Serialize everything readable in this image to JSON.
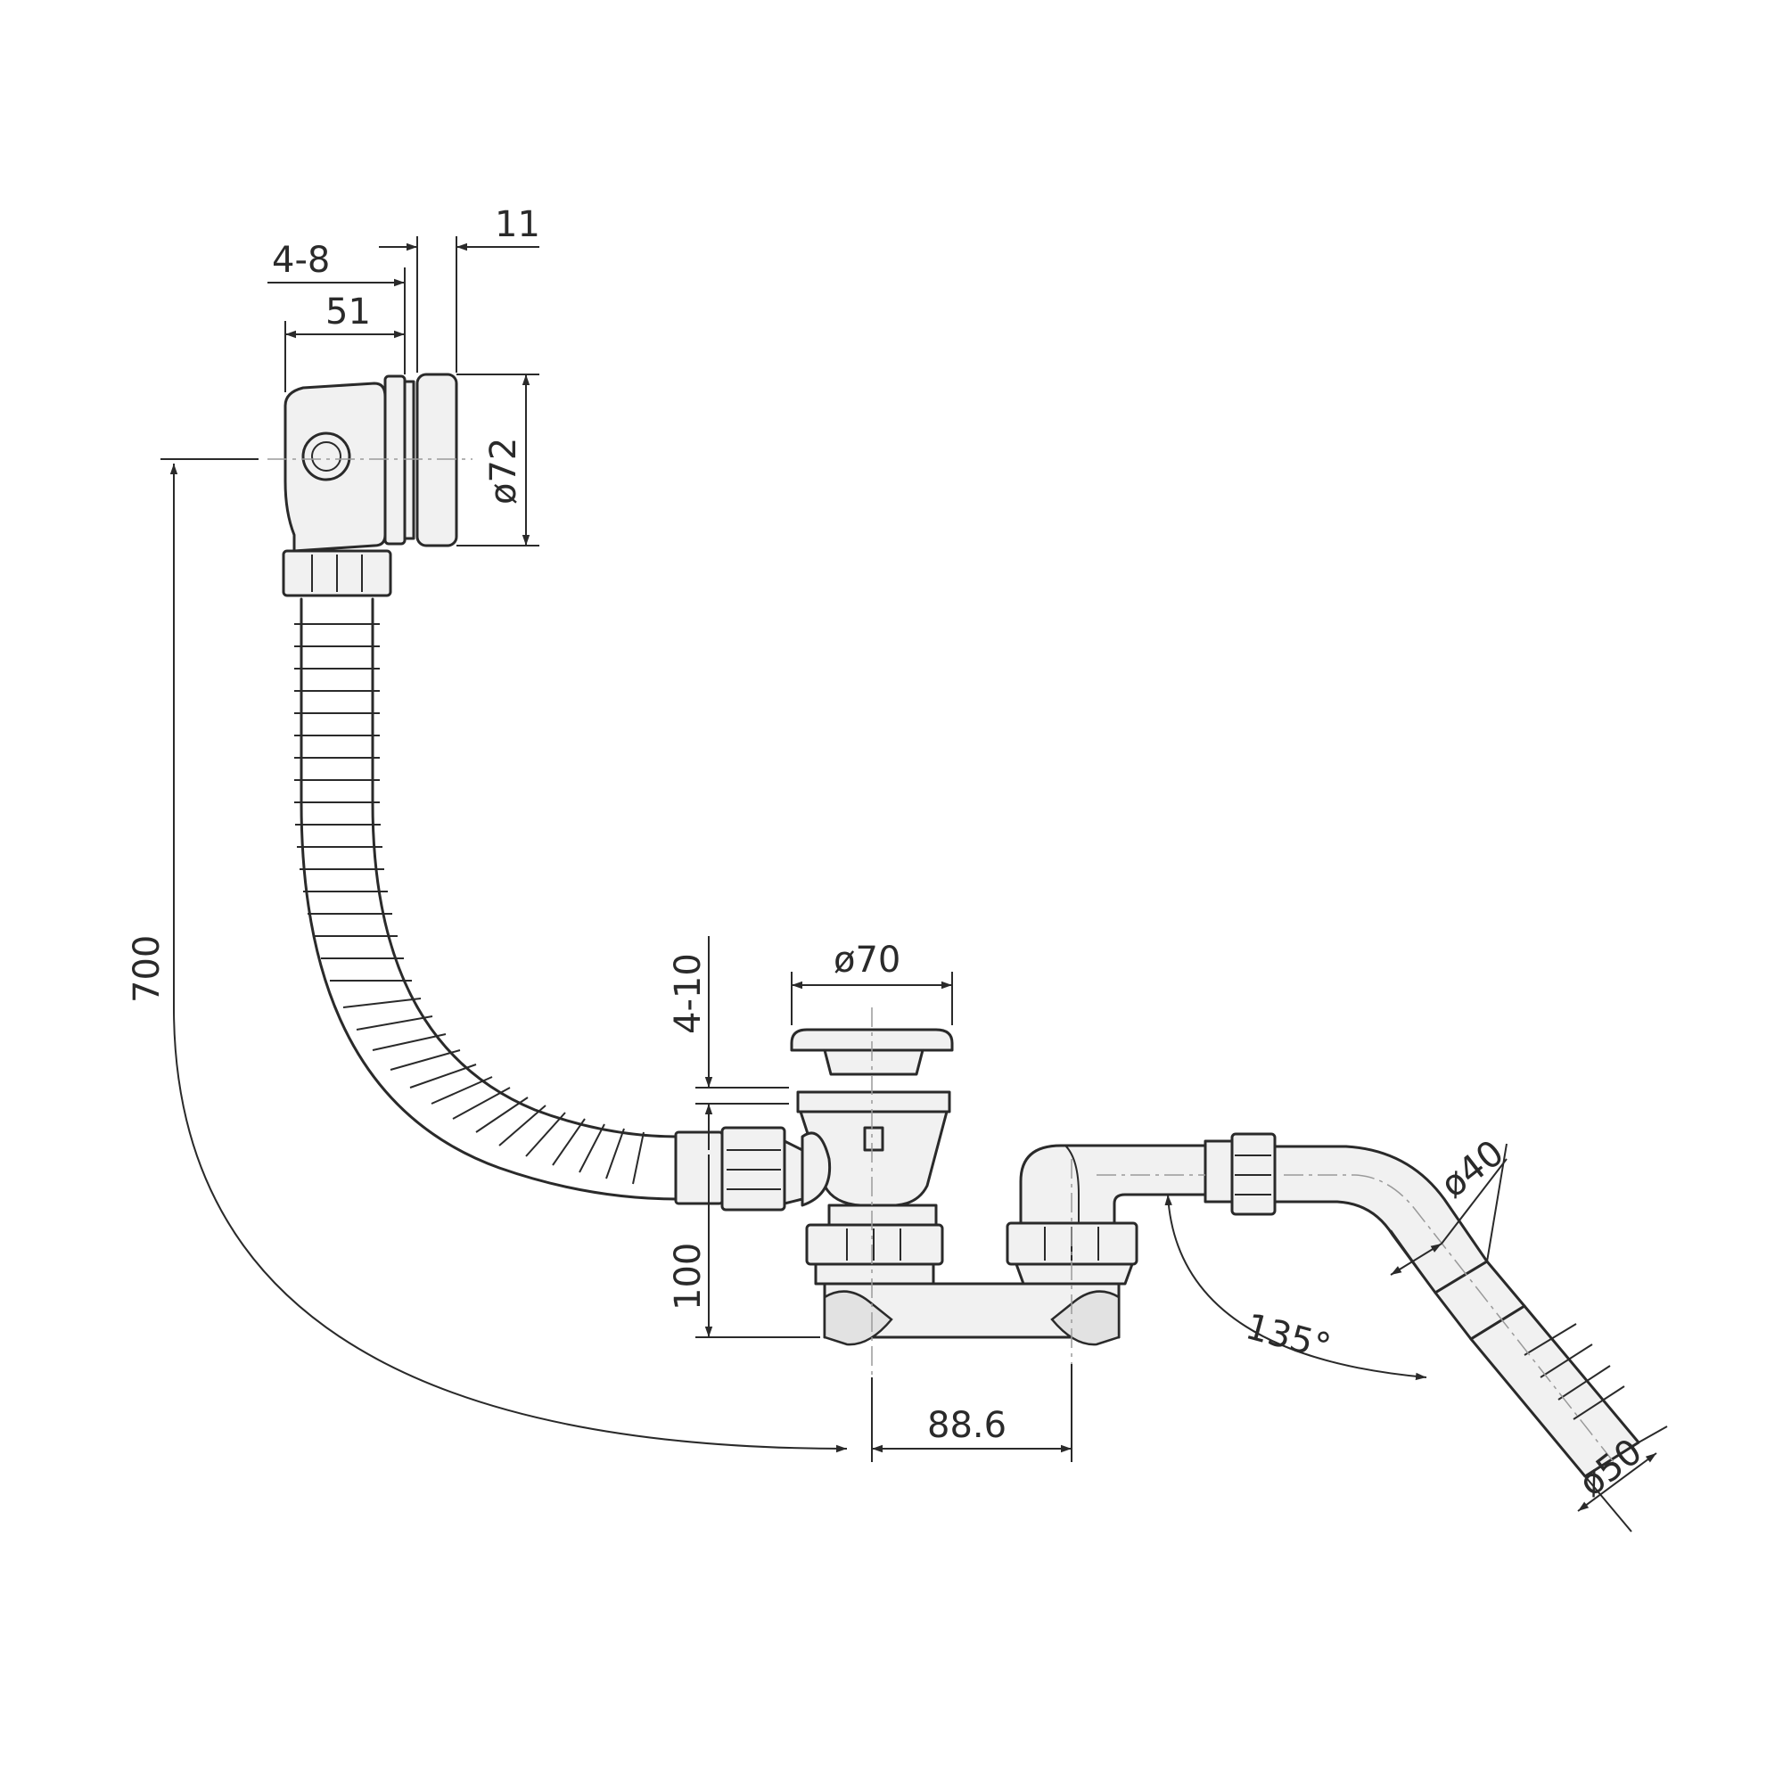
{
  "dimensions": {
    "overflow_depth": "4-8",
    "overflow_plate_thickness": "11",
    "overflow_body_length": "51",
    "overflow_diameter": "ø72",
    "total_length": "700",
    "plug_travel": "4-10",
    "plug_diameter": "ø70",
    "waste_height": "100",
    "outlet_offset": "88.6",
    "pipe_diameter": "ø40",
    "outlet_diameter": "ø50",
    "bend_angle": "135°"
  },
  "colors": {
    "line": "#2a2a2a",
    "fill": "#f1f1f1",
    "shade": "#e2e2e2"
  }
}
